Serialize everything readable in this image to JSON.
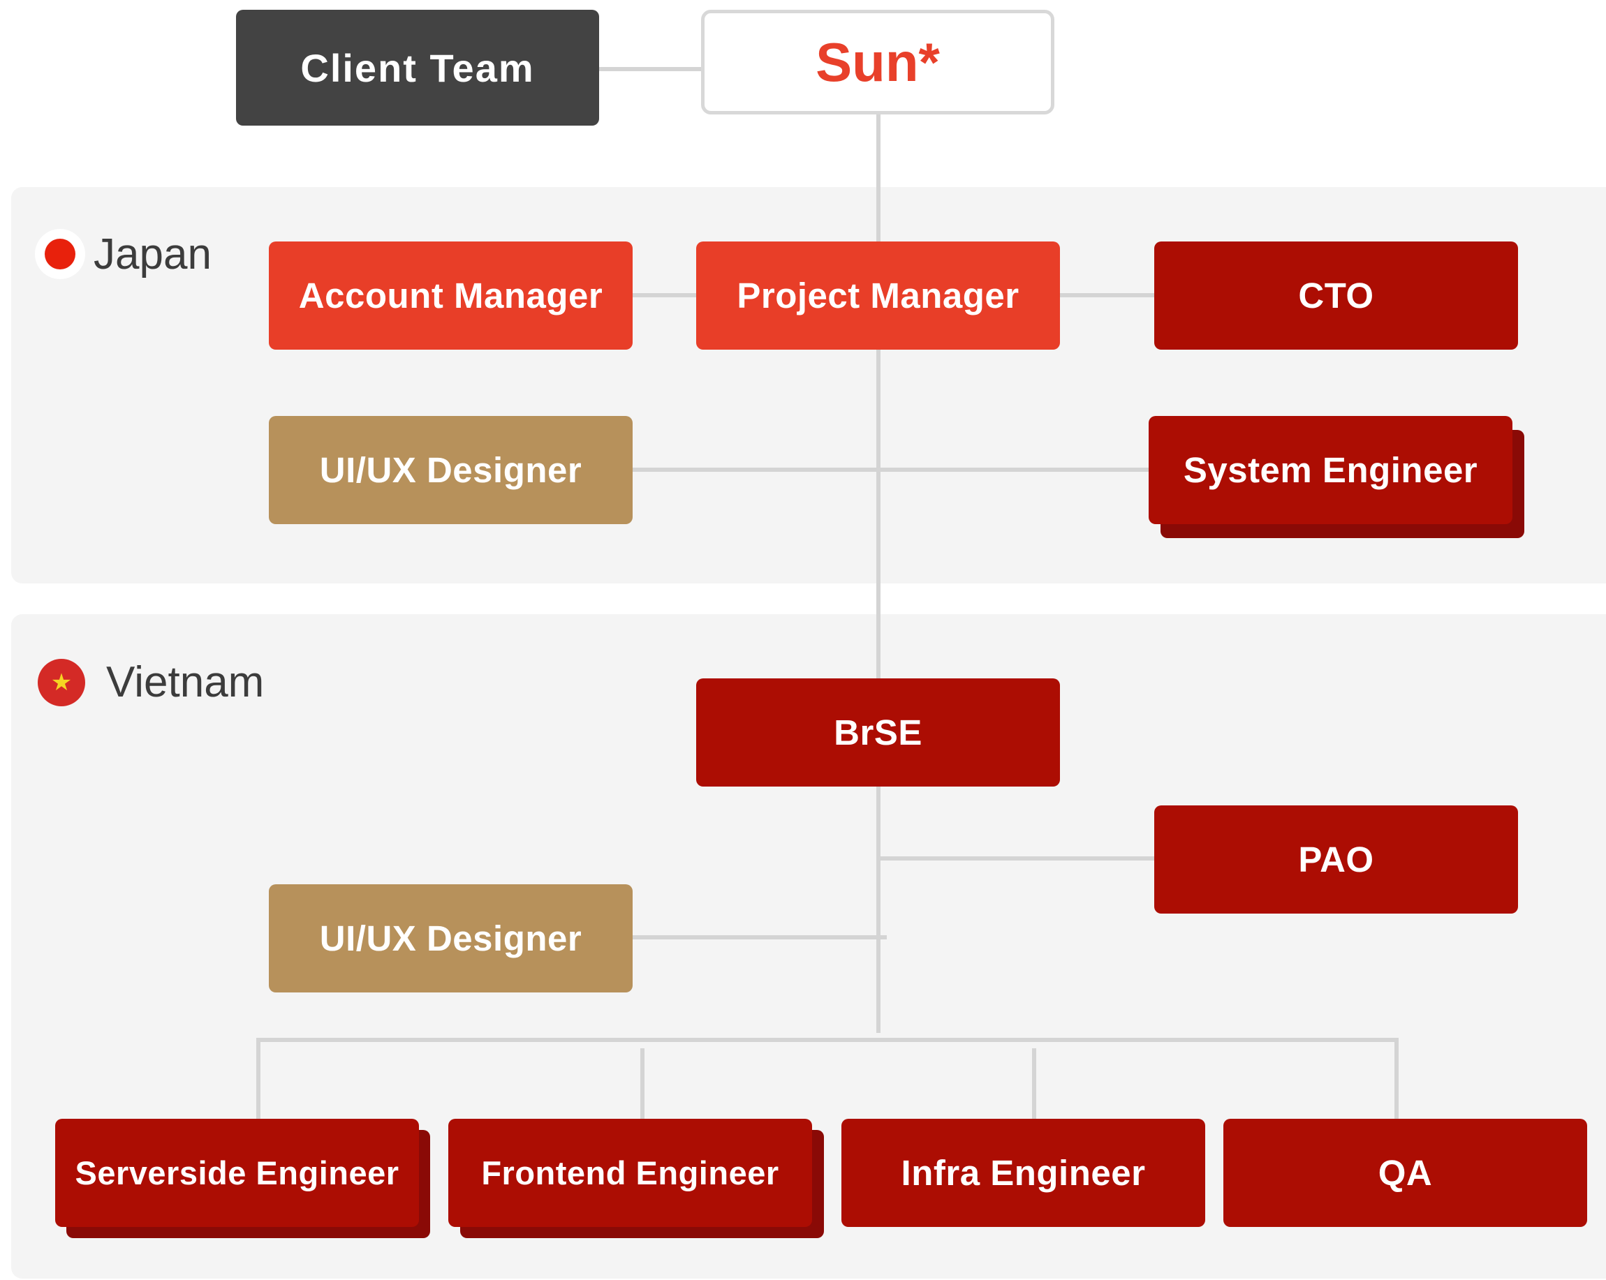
{
  "header": {
    "client_team": "Client Team",
    "company": "Sun*"
  },
  "regions": {
    "japan": {
      "label": "Japan",
      "flag_icon": "japan-flag-icon",
      "roles": {
        "account_manager": "Account Manager",
        "project_manager": "Project Manager",
        "cto": "CTO",
        "uiux_designer": "UI/UX Designer",
        "system_engineer": "System Engineer"
      }
    },
    "vietnam": {
      "label": "Vietnam",
      "flag_icon": "vietnam-flag-icon",
      "roles": {
        "brse": "BrSE",
        "pao": "PAO",
        "uiux_designer": "UI/UX Designer",
        "serverside_engineer": "Serverside Engineer",
        "frontend_engineer": "Frontend Engineer",
        "infra_engineer": "Infra Engineer",
        "qa": "QA"
      }
    }
  },
  "colors": {
    "client_team": "#434343",
    "brand_red": "#e83e28",
    "deep_red": "#ac0d03",
    "designer_gold": "#b7915b",
    "connector_gray": "#d4d4d4",
    "panel_gray": "#f4f4f4"
  }
}
